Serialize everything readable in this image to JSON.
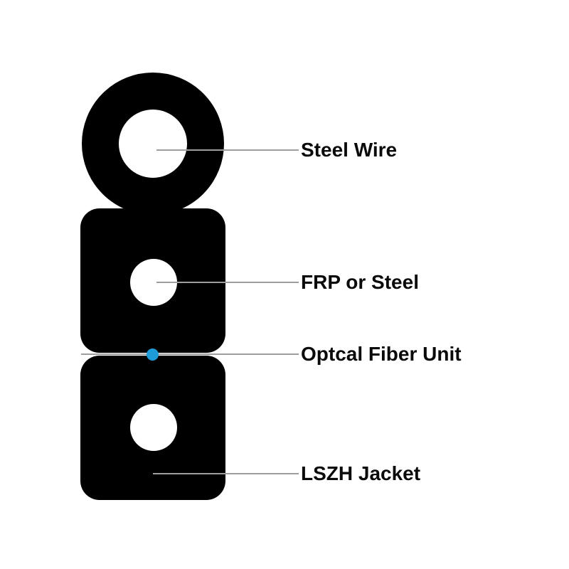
{
  "figure": {
    "type": "labeled-diagram",
    "subject": "FTTH drop cable structure diagram",
    "colors": {
      "shape": "#000000",
      "hole": "#ffffff",
      "fiber_dot": "#1e9cd7",
      "leader": "#9e9e9e",
      "text": "#0a0a0a",
      "background": "#ffffff"
    },
    "parts": [
      {
        "label": "Steel Wire",
        "shape": "ring",
        "color": "#000000"
      },
      {
        "label": "FRP or Steel",
        "shape": "rounded-square-with-hole",
        "color": "#000000"
      },
      {
        "label": "Optcal Fiber Unit",
        "shape": "dot",
        "color": "#1e9cd7"
      },
      {
        "label": "LSZH Jacket",
        "shape": "rounded-square-with-hole",
        "color": "#000000"
      }
    ]
  }
}
